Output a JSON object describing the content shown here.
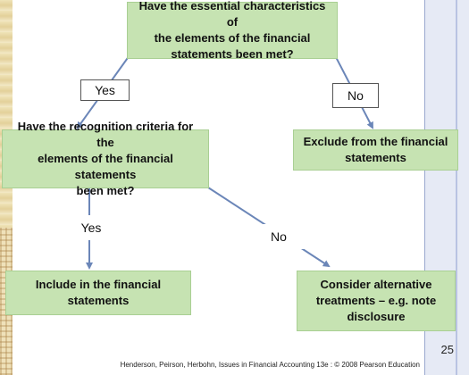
{
  "flowchart": {
    "question1": "Have the essential characteristics of\nthe elements of the financial\nstatements been met?",
    "question2": "Have the recognition criteria for the\nelements of the financial statements\nbeen met?",
    "exclude": "Exclude from the financial\nstatements",
    "include": "Include in the financial\nstatements",
    "consider": "Consider alternative\ntreatments – e.g. note\ndisclosure",
    "yes_1": "Yes",
    "no_1": "No",
    "yes_2": "Yes",
    "no_2": "No"
  },
  "page_number": "25",
  "footer": "Henderson, Peirson, Herbohn, Issues in Financial Accounting 13e : © 2008 Pearson Education",
  "colors": {
    "box_fill": "#c6e3b2",
    "arrow": "#6b86b8"
  }
}
